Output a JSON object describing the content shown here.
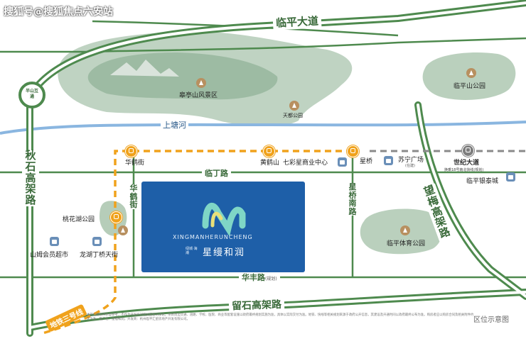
{
  "watermark": "搜狐号@搜狐焦点六安站",
  "roads": {
    "linping_avenue": "临平大道",
    "shangtang_river": "上塘河",
    "linding_road": "临丁路",
    "liushi_elevated": "留石高架路",
    "huafeng_road": "华丰路",
    "huafeng_road_note": "(规划)",
    "qiushi_elevated": "秋石高架路",
    "wangmei_elevated": "望梅高架路",
    "xingqiao_south_road": "星桥南路",
    "huahe_street": "华鹤街",
    "century_avenue": "世纪大道",
    "banshan_interchange": "半山互通"
  },
  "metro": {
    "line3_label": "地铁三号线",
    "stations": [
      "华鹤街",
      "黄鹤山",
      "星桥",
      "桃花湖公园"
    ],
    "century_avenue_note": "换乘18号南北快线(规划)"
  },
  "pois": {
    "gaoting_scenic": "皋亭山风景区",
    "tiandu_park": "天都公园",
    "linpingshan_park": "临平山公园",
    "qicaixing_center": "七彩星商业中心",
    "suning_plaza": "苏宁广场",
    "suning_note": "(在建)",
    "linping_yintai": "临平银泰城",
    "taohuahu_park": "桃花湖公园",
    "sams_club": "山姆会员超市",
    "longhu_tianjie": "龙湖丁桥天街",
    "linping_sports_park": "临平体育公园"
  },
  "project": {
    "pinyin": "XINGMANHERUNCHENG",
    "brand_small": "绿城·海潮",
    "name": "星缦和润"
  },
  "footer": {
    "disclaimer": "本区位图仅供示意参考，不作为开发商对相关配套的承诺，项目周边交通、道路、学校、医院、商业等配套设施以政府最终规划实施为准，具体以实际交付为准。地铁、快线等相关规划来源于政府公开信息，其建设及开通时间以政府最终公布为准。购房者应以购房合同及相关附件约定为准。推广名：星缦和润，开发商：杭州临平汇星房地产开发有限公司。",
    "map_caption": "区位示意图"
  },
  "colors": {
    "road_green": "#4e8a4e",
    "river_blue": "#8ab6e0",
    "metro_orange": "#f0a21c",
    "project_blue": "#1e5fa8",
    "planned_gray": "#8a8a8a"
  }
}
